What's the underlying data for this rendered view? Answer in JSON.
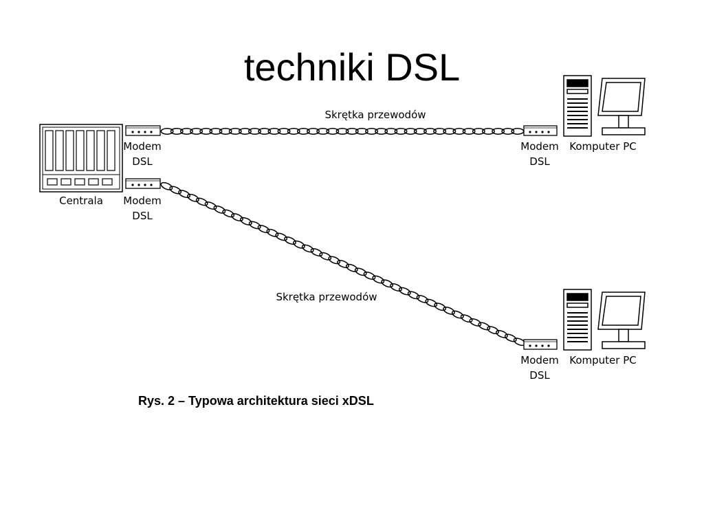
{
  "slide": {
    "title": "techniki DSL",
    "caption": "Rys. 2 – Typowa architektura sieci xDSL"
  },
  "diagram": {
    "exchange": {
      "label": "Centrala"
    },
    "modem_label_line1": "Modem",
    "modem_label_line2": "DSL",
    "pc_label": "Komputer PC",
    "cable_label": "Skrętka przewodów",
    "links": [
      {
        "cable_label": "Skrętka przewodów",
        "modem_label": "Modem DSL",
        "remote_label": "Komputer PC"
      },
      {
        "cable_label": "Skrętka przewodów",
        "modem_label": "Modem DSL",
        "remote_label": "Komputer PC"
      }
    ]
  }
}
